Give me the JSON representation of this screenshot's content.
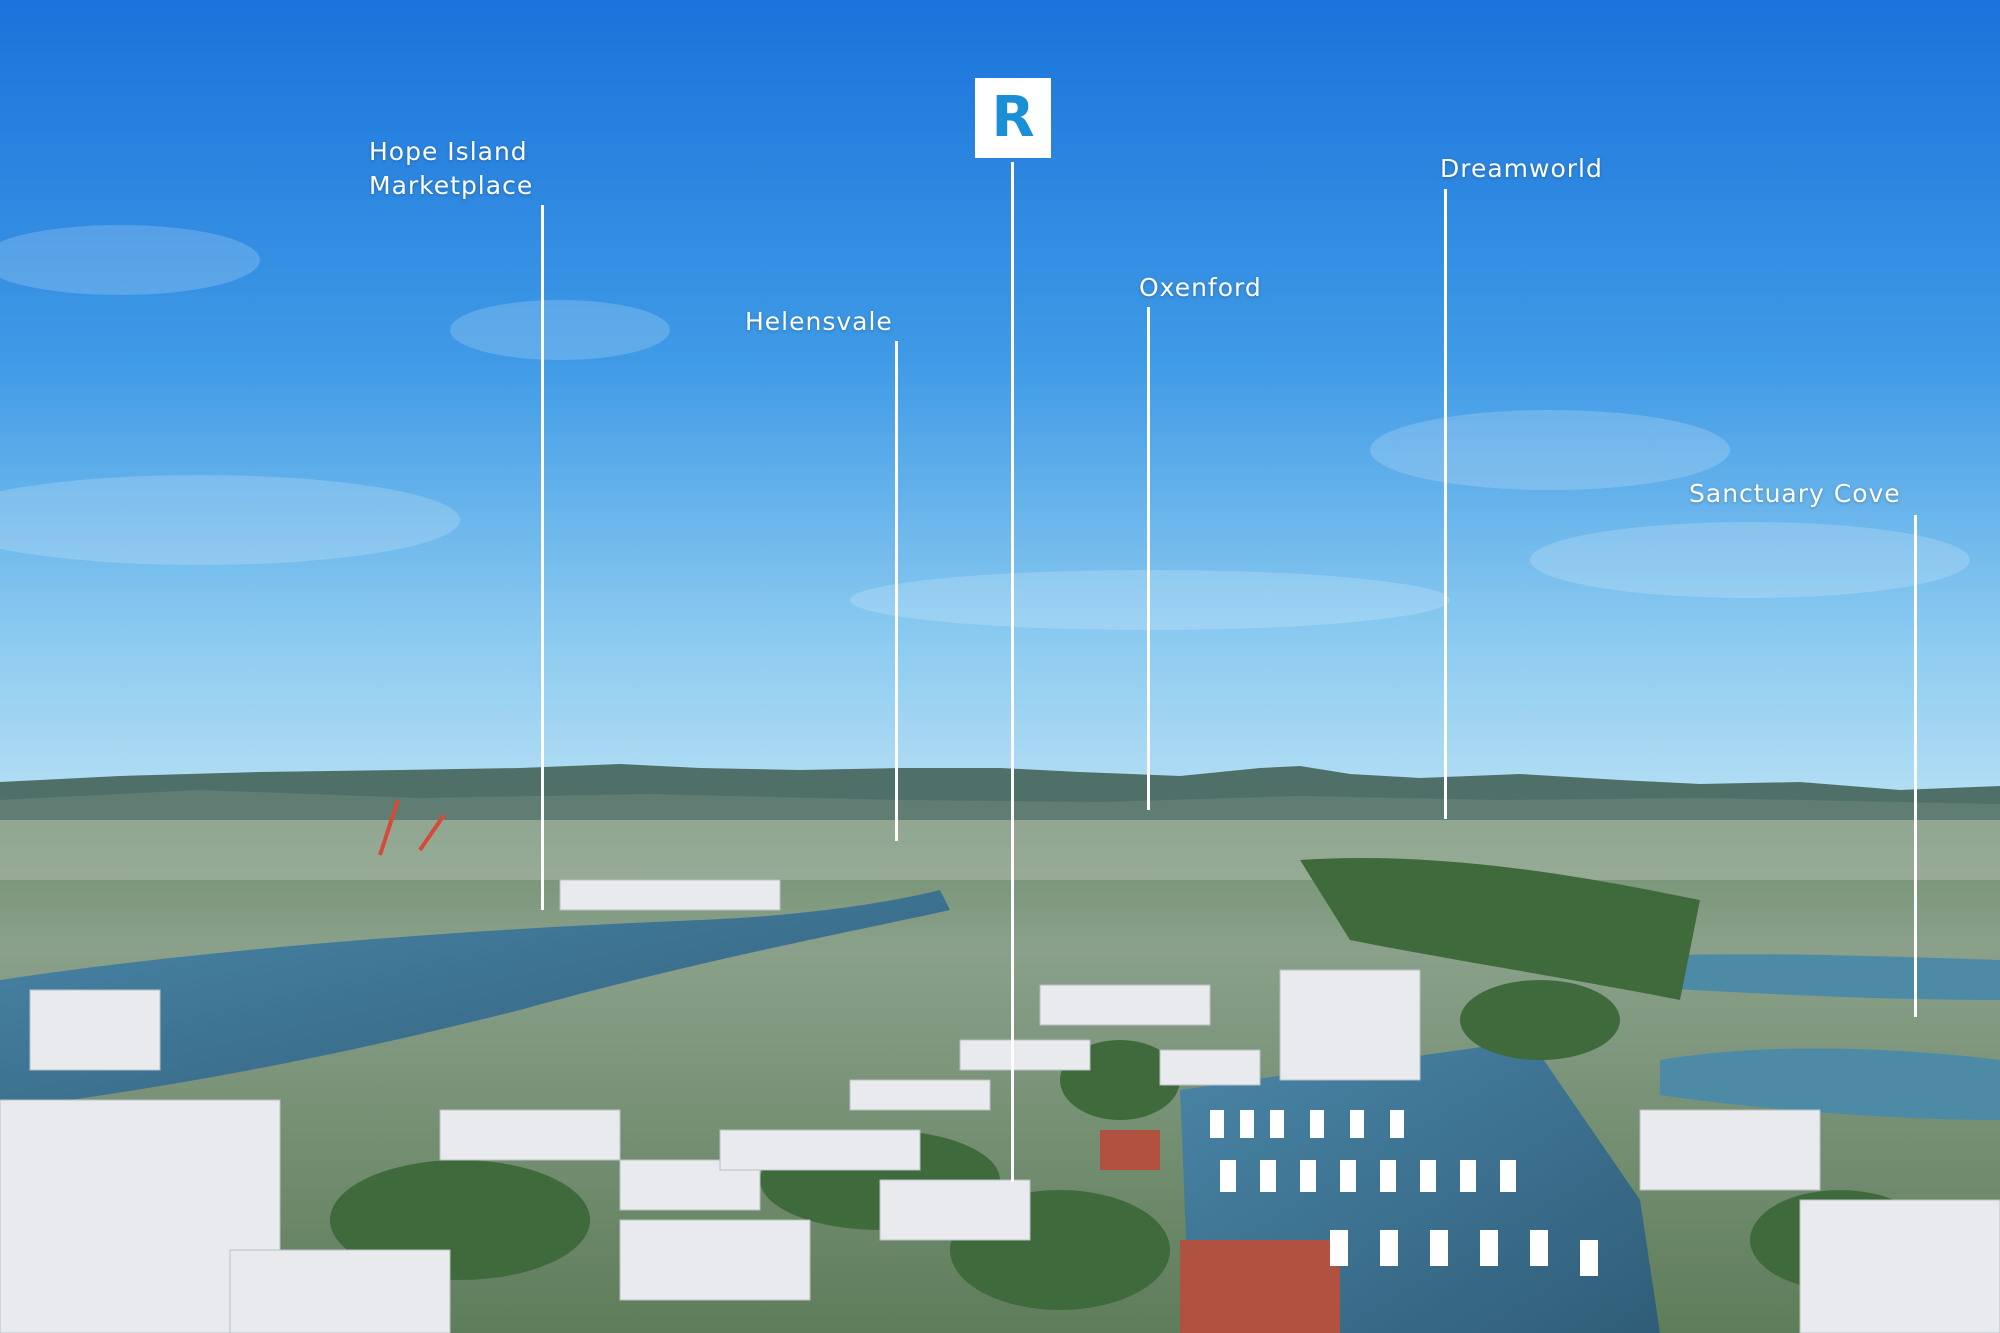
{
  "logo": {
    "letter": "R",
    "color": "#1a8fd6"
  },
  "labels": {
    "hope_island_line1": "Hope Island",
    "hope_island_line2": "Marketplace",
    "helensvale": "Helensvale",
    "oxenford": "Oxenford",
    "dreamworld": "Dreamworld",
    "sanctuary_cove": "Sanctuary Cove"
  },
  "colors": {
    "sky_top": "#1573d9",
    "sky_horizon": "#9cd3f0",
    "mountains": "#4a6b63",
    "water": "#3f6f8a",
    "vegetation": "#3e6b3a",
    "rooftops": "#e6e9ec"
  }
}
